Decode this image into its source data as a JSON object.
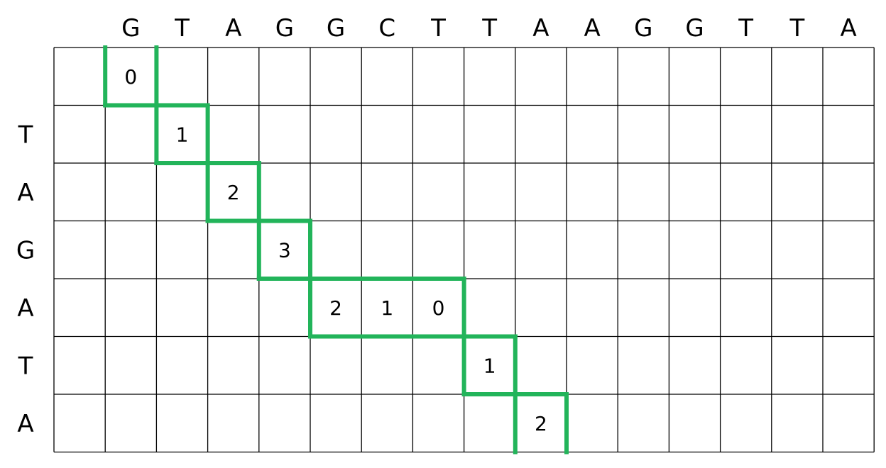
{
  "top_sequence": [
    "G",
    "T",
    "A",
    "G",
    "G",
    "C",
    "T",
    "T",
    "A",
    "A",
    "G",
    "G",
    "T",
    "T",
    "A"
  ],
  "left_sequence": [
    "",
    "T",
    "A",
    "G",
    "A",
    "T",
    "A"
  ],
  "cells": [
    {
      "row": 0,
      "col": 1,
      "value": "0"
    },
    {
      "row": 1,
      "col": 2,
      "value": "1"
    },
    {
      "row": 2,
      "col": 3,
      "value": "2"
    },
    {
      "row": 3,
      "col": 4,
      "value": "3"
    },
    {
      "row": 4,
      "col": 5,
      "value": "2"
    },
    {
      "row": 4,
      "col": 6,
      "value": "1"
    },
    {
      "row": 4,
      "col": 7,
      "value": "0"
    },
    {
      "row": 5,
      "col": 8,
      "value": "1"
    },
    {
      "row": 6,
      "col": 9,
      "value": "2"
    }
  ],
  "colors": {
    "path": "#22b45a",
    "grid": "#000000",
    "text": "#000000"
  }
}
